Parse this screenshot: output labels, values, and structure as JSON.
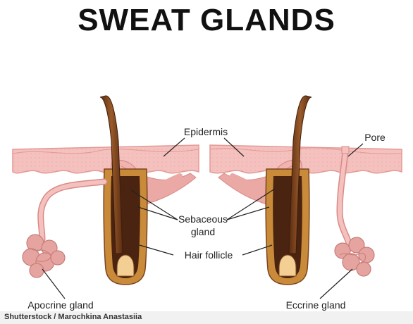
{
  "title": "SWEAT GLANDS",
  "labels": {
    "epidermis": "Epidermis",
    "pore": "Pore",
    "sebaceous_line1": "Sebaceous",
    "sebaceous_line2": "gland",
    "hair_follicle": "Hair follicle",
    "apocrine": "Apocrine gland",
    "eccrine": "Eccrine gland"
  },
  "credit": "Shutterstock / Marochkina Anastasiia",
  "colors": {
    "skin": "#f2b9b6",
    "skin_dark": "#e49a97",
    "hair": "#7a4420",
    "hair_dark": "#4a2410",
    "follicle": "#c98b3a",
    "gland": "#e6a4a0",
    "muscle": "#eaa9a5"
  }
}
